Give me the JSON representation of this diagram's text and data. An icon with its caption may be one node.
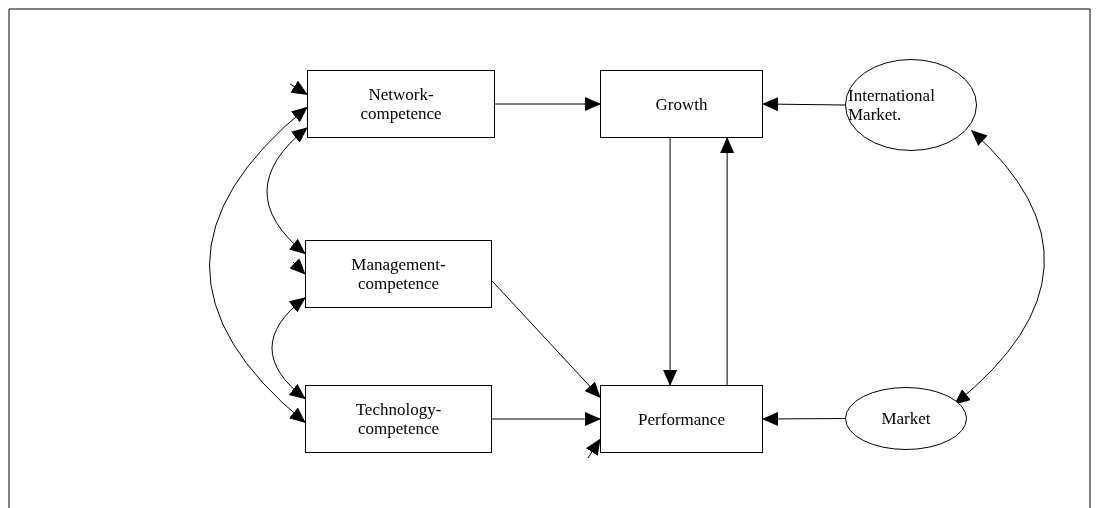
{
  "diagram": {
    "nodes": [
      {
        "text": [
          "Network-competence"
        ]
      },
      {
        "text": [
          "Growth"
        ]
      },
      {
        "text": [
          "International Market."
        ]
      },
      {
        "text": [
          "Management-competence"
        ]
      },
      {
        "text": [
          "Technology-competence"
        ]
      },
      {
        "text": [
          "Performance"
        ]
      },
      {
        "text": [
          "Market"
        ]
      }
    ],
    "edges": [
      {
        "from": 0,
        "to": 1,
        "arrow": "to"
      },
      {
        "from": 2,
        "to": 1,
        "arrow": "to"
      },
      {
        "from": 1,
        "to": 5,
        "arrow": "to"
      },
      {
        "from": 5,
        "to": 1,
        "arrow": "to"
      },
      {
        "from": 3,
        "to": 5,
        "arrow": "to"
      },
      {
        "from": 4,
        "to": 5,
        "arrow": "to"
      },
      {
        "from": 6,
        "to": 5,
        "arrow": "to"
      },
      {
        "from": 0,
        "to": 3,
        "arrow": "both"
      },
      {
        "from": 3,
        "to": 4,
        "arrow": "both"
      },
      {
        "from": 0,
        "to": 4,
        "arrow": "both"
      },
      {
        "from": 2,
        "to": 6,
        "arrow": "both"
      },
      {
        "from": null,
        "to": 0,
        "arrow": "to"
      },
      {
        "from": null,
        "to": 3,
        "arrow": "to"
      },
      {
        "from": null,
        "to": 5,
        "arrow": "to"
      }
    ]
  }
}
